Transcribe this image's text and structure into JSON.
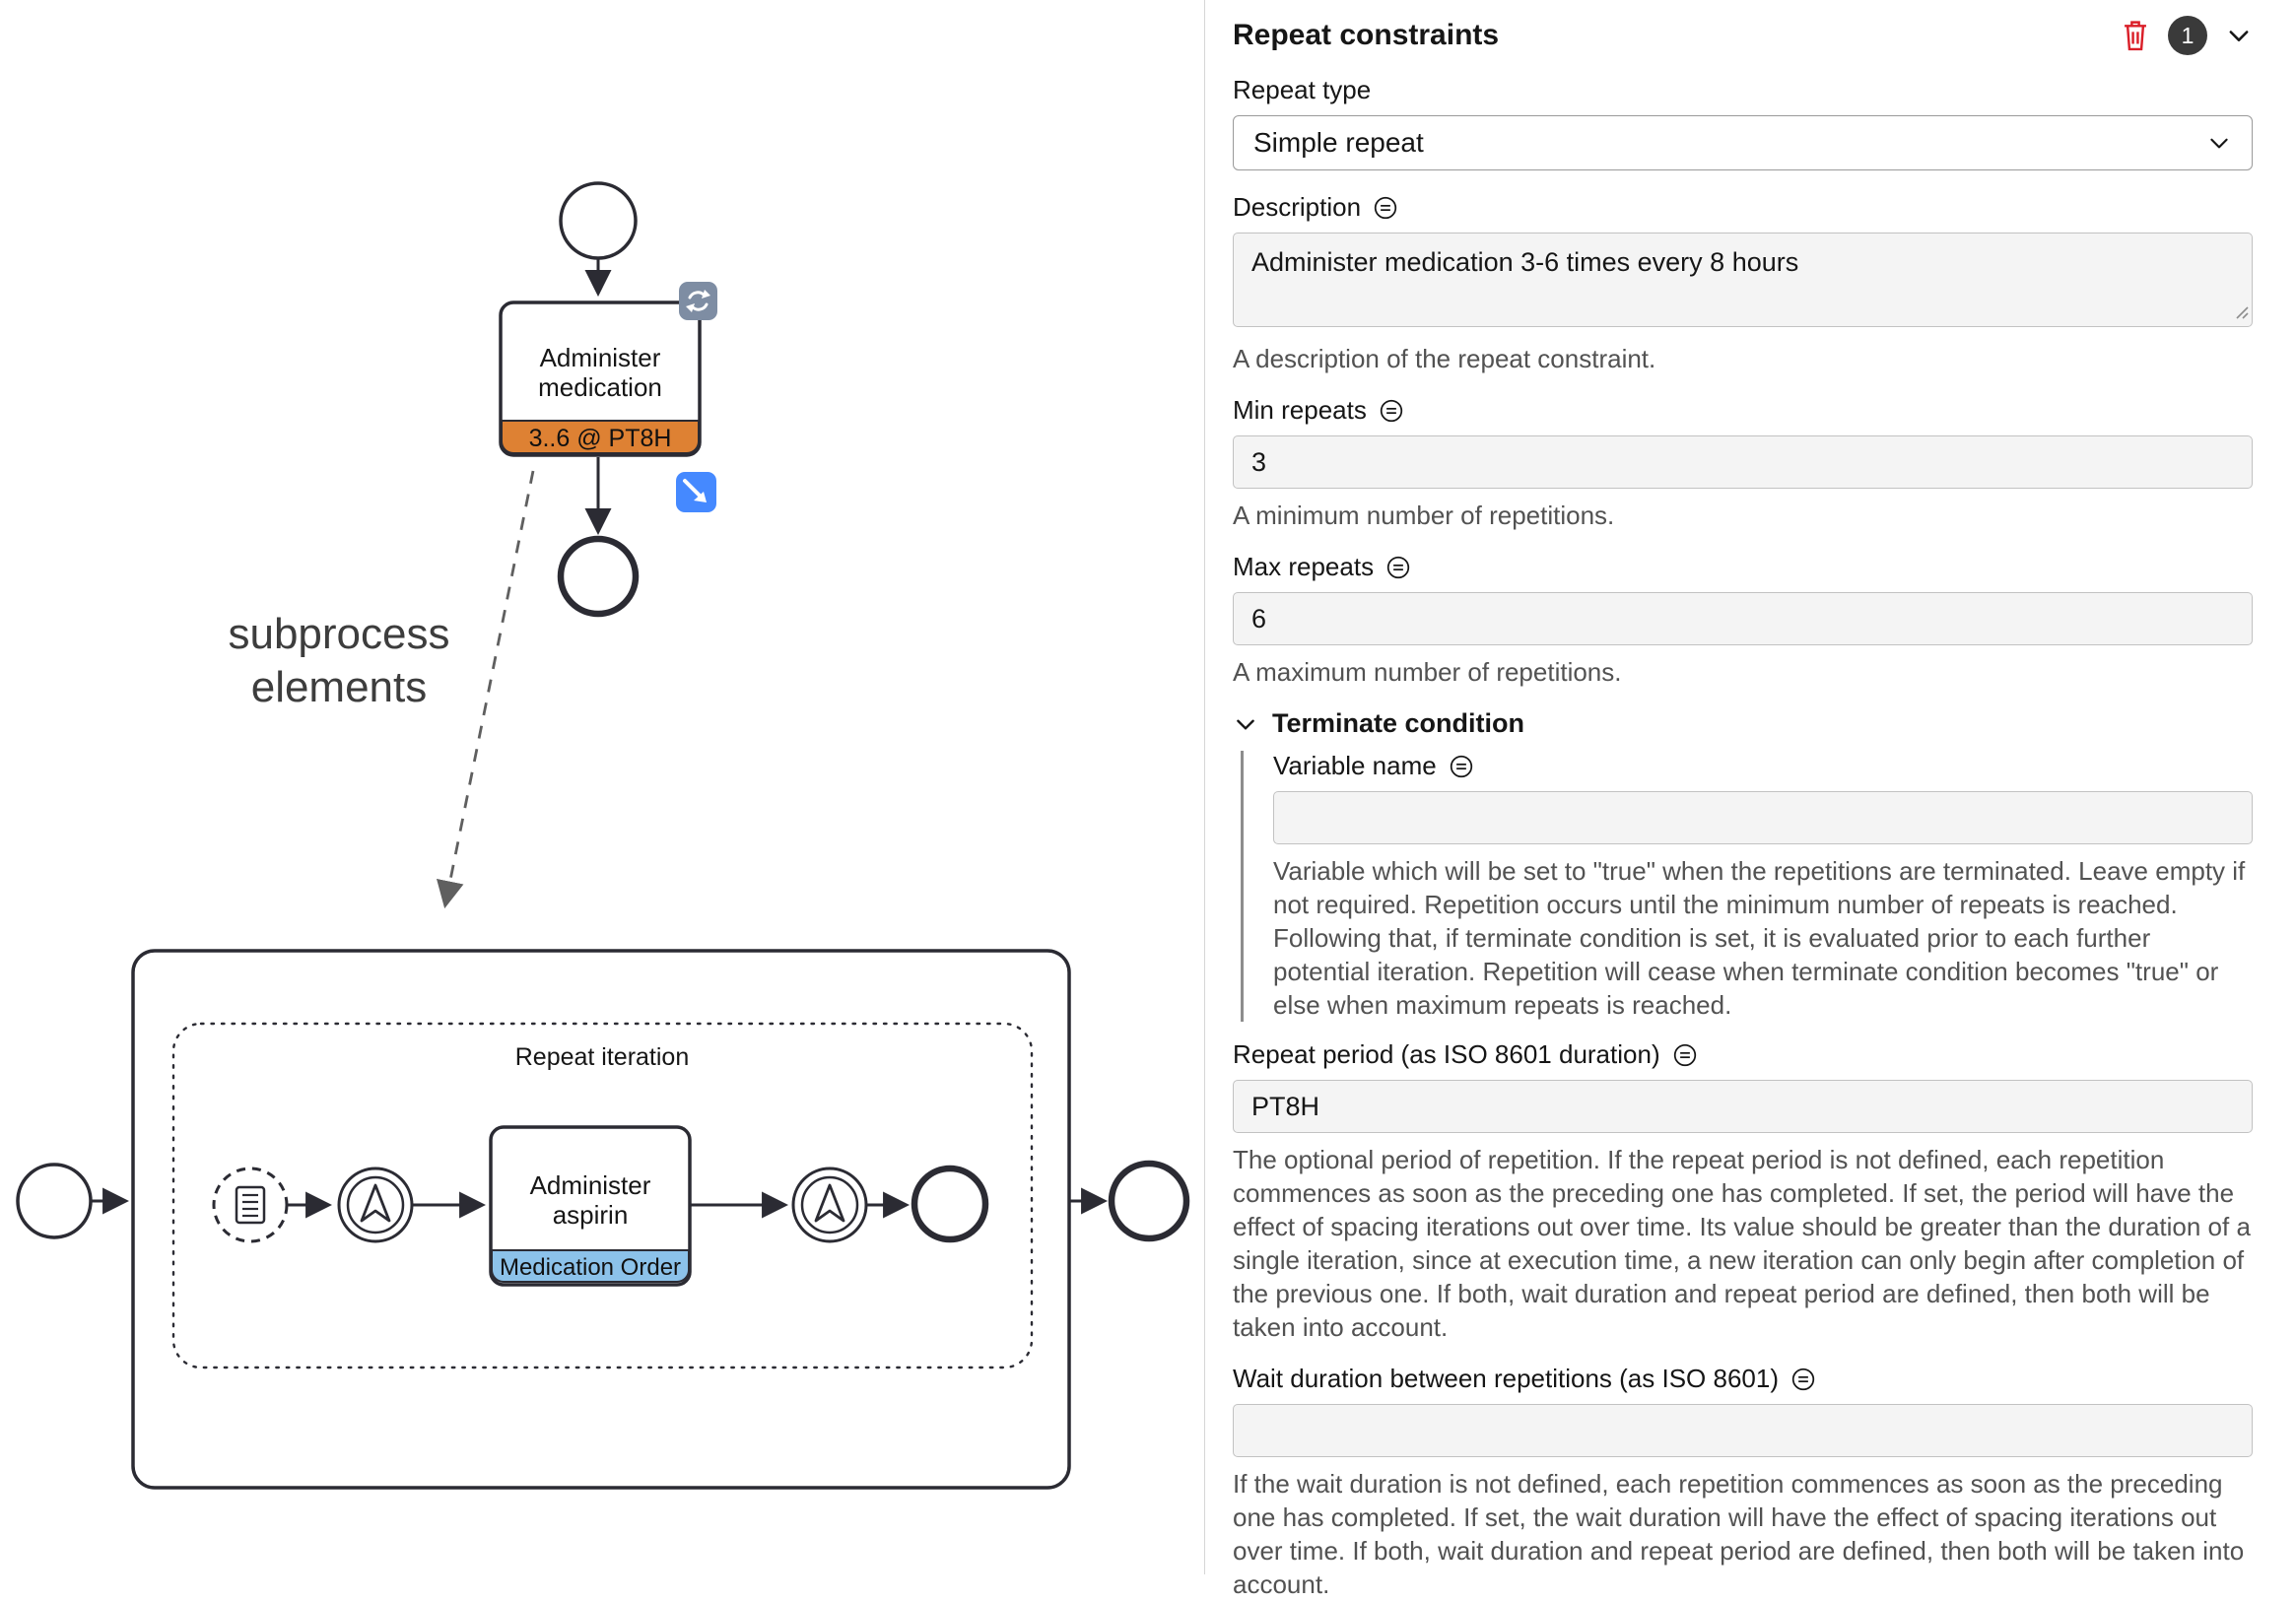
{
  "canvas": {
    "annotation_lines": [
      "subprocess",
      "elements"
    ],
    "main_flow": {
      "task": {
        "lines": [
          "Administer",
          "medication"
        ],
        "badge": "3..6 @ PT8H"
      }
    },
    "subprocess": {
      "group_label": "Repeat iteration",
      "task": {
        "lines": [
          "Administer",
          "aspirin"
        ],
        "badge": "Medication Order"
      }
    }
  },
  "panel": {
    "title": "Repeat constraints",
    "badge_count": "1",
    "repeat_type": {
      "label": "Repeat type",
      "value": "Simple repeat"
    },
    "description": {
      "label": "Description",
      "value": "Administer medication 3-6 times every 8 hours",
      "helper": "A description of the repeat constraint."
    },
    "min_repeats": {
      "label": "Min repeats",
      "value": "3",
      "helper": "A minimum number of repetitions."
    },
    "max_repeats": {
      "label": "Max repeats",
      "value": "6",
      "helper": "A maximum number of repetitions."
    },
    "terminate_condition": {
      "label": "Terminate condition",
      "variable_name": {
        "label": "Variable name",
        "value": "",
        "helper": "Variable which will be set to \"true\" when the repetitions are terminated. Leave empty if not required. Repetition occurs until the minimum number of repeats is reached. Following that, if terminate condition is set, it is evaluated prior to each further potential iteration. Repetition will cease when terminate condition becomes \"true\" or else when maximum repeats is reached."
      }
    },
    "repeat_period": {
      "label": "Repeat period (as ISO 8601 duration)",
      "value": "PT8H",
      "helper": "The optional period of repetition. If the repeat period is not defined, each repetition commences as soon as the preceding one has completed. If set, the period will have the effect of spacing iterations out over time. Its value should be greater than the duration of a single iteration, since at execution time, a new iteration can only begin after completion of the previous one. If both, wait duration and repeat period are defined, then both will be taken into account."
    },
    "wait_duration": {
      "label": "Wait duration between repetitions (as ISO 8601)",
      "value": "",
      "helper": "If the wait duration is not defined, each repetition commences as soon as the preceding one has completed. If set, the wait duration will have the effect of spacing iterations out over time. If both, wait duration and repeat period are defined, then both will be taken into account."
    }
  },
  "colors": {
    "repeat_badge_orange": "#de8133",
    "medication_order_blue": "#8cc2ea",
    "loop_marker_bg": "#7e8da3",
    "drilldown_blue": "#4589ff",
    "delete_red": "#da1e28",
    "badge_dark": "#3a3a3a",
    "stroke_dark": "#2b2b33"
  }
}
